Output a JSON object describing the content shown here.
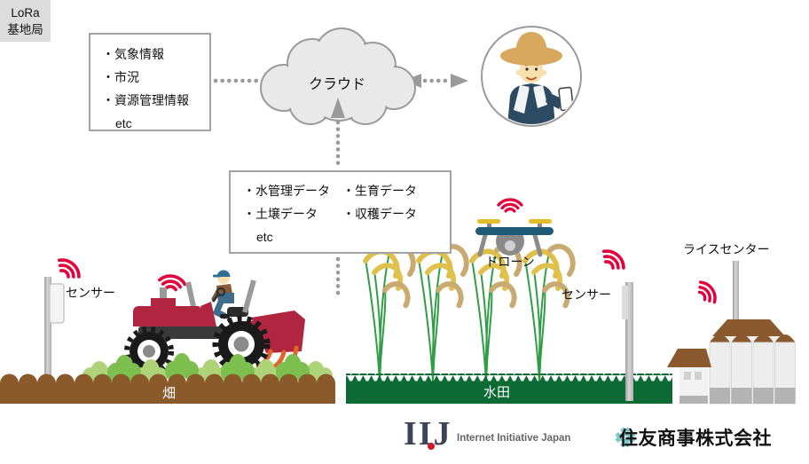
{
  "diagram": {
    "title_note": "smart-agriculture IoT diagram",
    "info_box": {
      "items": [
        "・気象情報",
        "・市況",
        "・資源管理情報",
        "etc"
      ]
    },
    "cloud": {
      "label": "クラウド"
    },
    "data_box": {
      "col1": [
        "・水管理データ",
        "・土壌データ",
        "etc"
      ],
      "col2": [
        "・生育データ",
        "・収穫データ"
      ]
    },
    "field": {
      "label": "畑",
      "sensor_label": "センサー"
    },
    "paddy": {
      "label": "水田",
      "sensor_label": "センサー",
      "drone_label": "ドローン"
    },
    "rice_center": {
      "label": "ライスセンター",
      "sign_line1": "LoRa",
      "sign_line2": "基地局"
    },
    "footer": {
      "iij_wordmark": "IIJ",
      "iij_name": "Internet Initiative Japan",
      "sumitomo_name": "住友商事株式会社"
    },
    "colors": {
      "wifi_red": "#e3003c",
      "outline_gray": "#9a9a9a",
      "cloud_fill": "#e9e9e9",
      "soil_brown": "#8a5a2b",
      "paddy_green": "#0c6a34",
      "tractor_red": "#b02540",
      "farmer_navy": "#2c4b63",
      "drone_bar_blue": "#205a78",
      "roof_brown": "#8a5a2e",
      "sumitomo_teal": "#7ec9c6",
      "iij_dot_red": "#cc1a2b"
    }
  }
}
